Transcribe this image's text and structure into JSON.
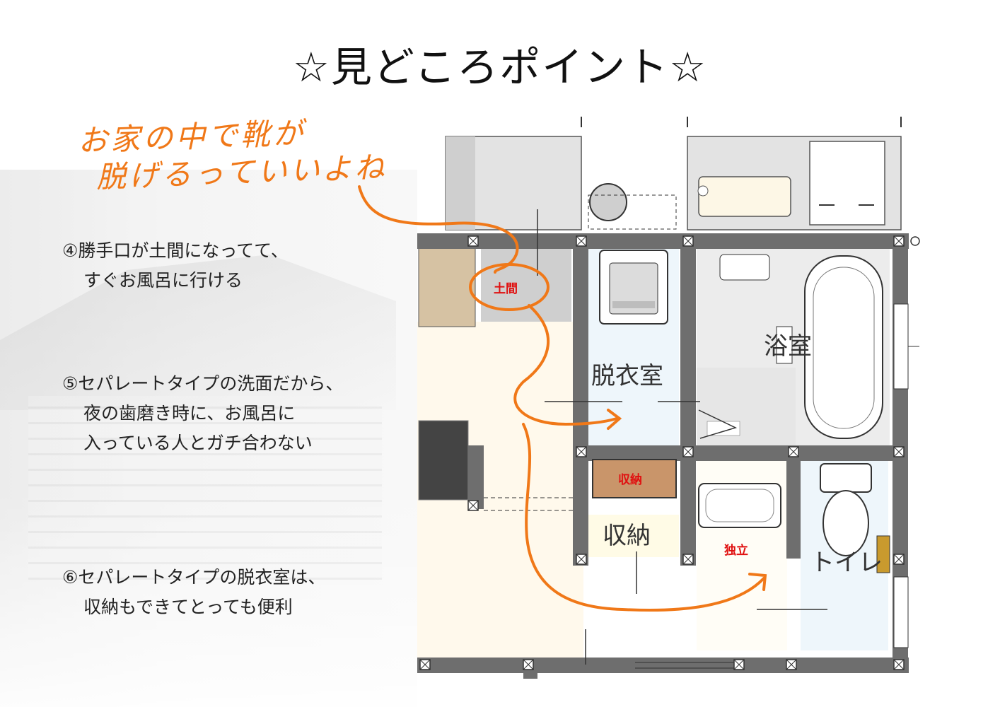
{
  "title": "☆見どころポイント☆",
  "handwritten_note": {
    "line1": "お家の中で靴が",
    "line2": "脱げるっていいよね"
  },
  "points": [
    {
      "line1": "④勝手口が土間になってて、",
      "line2": "すぐお風呂に行ける"
    },
    {
      "line1": "⑤セパレートタイプの洗面だから、",
      "line2": "夜の歯磨き時に、お風呂に",
      "line3": "入っている人とガチ合わない"
    },
    {
      "line1": "⑥セパレートタイプの脱衣室は、",
      "line2": "収納もできてとっても便利"
    }
  ],
  "floorplan": {
    "annotations": {
      "doma": "土間",
      "storage_highlight": "収納",
      "independent": "独立"
    },
    "rooms": {
      "dressing_room": "脱衣室",
      "bathroom": "浴室",
      "storage": "収納",
      "toilet": "トイレ"
    }
  },
  "colors": {
    "accent_orange": "#f07818",
    "annotation_red": "#e01010",
    "wall_gray": "#6e6e6e",
    "storage_brown": "#c9956a"
  }
}
